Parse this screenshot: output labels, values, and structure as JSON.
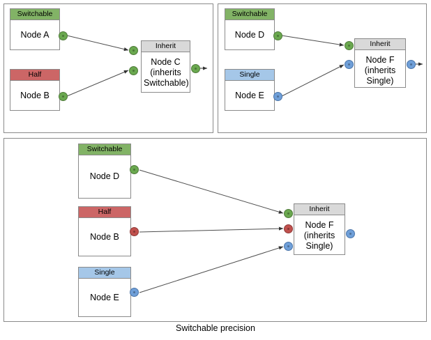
{
  "diagram": {
    "caption": "Switchable precision",
    "colors": {
      "switchable": "#82b366",
      "half": "#cc6666",
      "single": "#a5c7e8",
      "inherit": "#d9d9d9",
      "port_green": "#6aa84f",
      "port_red": "#c0504d",
      "port_blue": "#6f9fd8",
      "border": "#8a8a8a",
      "edge": "#4d4d4d"
    },
    "panels": [
      {
        "id": "panel-1",
        "nodes": [
          {
            "id": "node-a",
            "title": "Switchable",
            "title_style": "green",
            "label": "Node A"
          },
          {
            "id": "node-b",
            "title": "Half",
            "title_style": "red",
            "label": "Node B"
          },
          {
            "id": "node-c",
            "title": "Inherit",
            "title_style": "grey",
            "label": "Node C\n(inherits\nSwitchable)"
          }
        ],
        "node_c_lines": [
          "Node C",
          "(inherits",
          "Switchable)"
        ]
      },
      {
        "id": "panel-2",
        "nodes": [
          {
            "id": "node-d",
            "title": "Switchable",
            "title_style": "green",
            "label": "Node D"
          },
          {
            "id": "node-e",
            "title": "Single",
            "title_style": "blue",
            "label": "Node E"
          },
          {
            "id": "node-f",
            "title": "Inherit",
            "title_style": "grey",
            "label": "Node F\n(inherits\nSingle)"
          }
        ],
        "node_f_lines": [
          "Node F",
          "(inherits",
          "Single)"
        ]
      },
      {
        "id": "panel-3",
        "nodes": [
          {
            "id": "node-d2",
            "title": "Switchable",
            "title_style": "green",
            "label": "Node D"
          },
          {
            "id": "node-b2",
            "title": "Half",
            "title_style": "red",
            "label": "Node B"
          },
          {
            "id": "node-e2",
            "title": "Single",
            "title_style": "blue",
            "label": "Node E"
          },
          {
            "id": "node-f2",
            "title": "Inherit",
            "title_style": "grey",
            "label": "Node F\n(inherits\nSingle)"
          }
        ],
        "node_f_lines": [
          "Node F",
          "(inherits",
          "Single)"
        ]
      }
    ]
  }
}
